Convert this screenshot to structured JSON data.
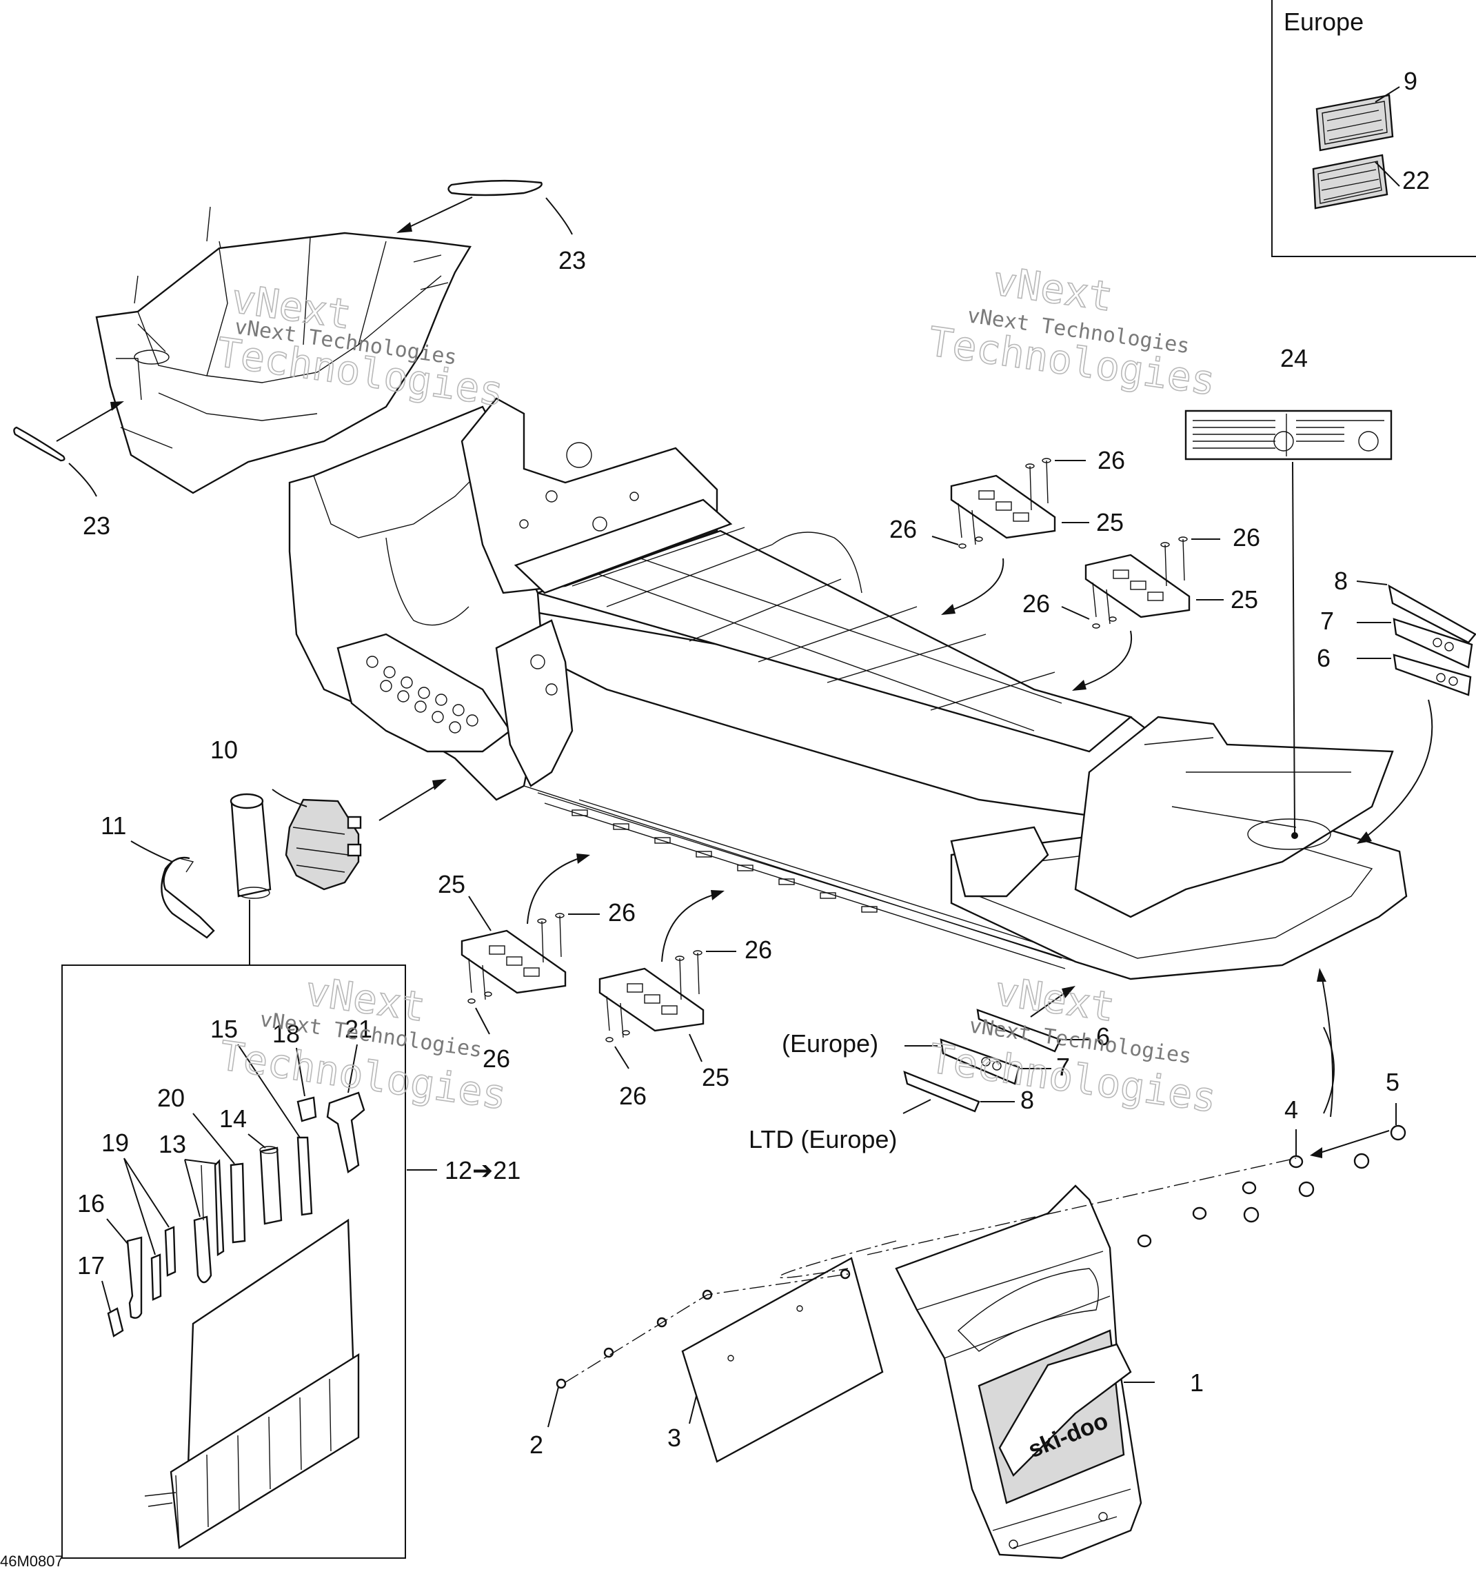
{
  "diagram": {
    "figure_code": "46M0807",
    "europe_box_title": "Europe",
    "watermark": {
      "line_small": "vNext Technologies",
      "line_big_1": "vNext",
      "line_big_2": "Technologies"
    },
    "callouts": {
      "c1": "1",
      "c2": "2",
      "c3": "3",
      "c4": "4",
      "c5": "5",
      "c6a": "6",
      "c6b": "6",
      "c7a": "7",
      "c7b": "7",
      "c8a": "8",
      "c8b": "8",
      "c9": "9",
      "c10": "10",
      "c11": "11",
      "c12_21": "12➔21",
      "c13": "13",
      "c14": "14",
      "c15": "15",
      "c16": "16",
      "c17": "17",
      "c18": "18",
      "c19": "19",
      "c20": "20",
      "c21": "21",
      "c22": "22",
      "c23a": "23",
      "c23b": "23",
      "c24": "24",
      "c25a": "25",
      "c25b": "25",
      "c25c": "25",
      "c25d": "25",
      "c26a": "26",
      "c26b": "26",
      "c26c": "26",
      "c26d": "26",
      "c26e": "26",
      "c26f": "26",
      "c26g": "26",
      "c26h": "26"
    },
    "notes": {
      "europe": "(Europe)",
      "ltd_europe": "LTD (Europe)"
    },
    "decal_brand": "ski-doo"
  }
}
